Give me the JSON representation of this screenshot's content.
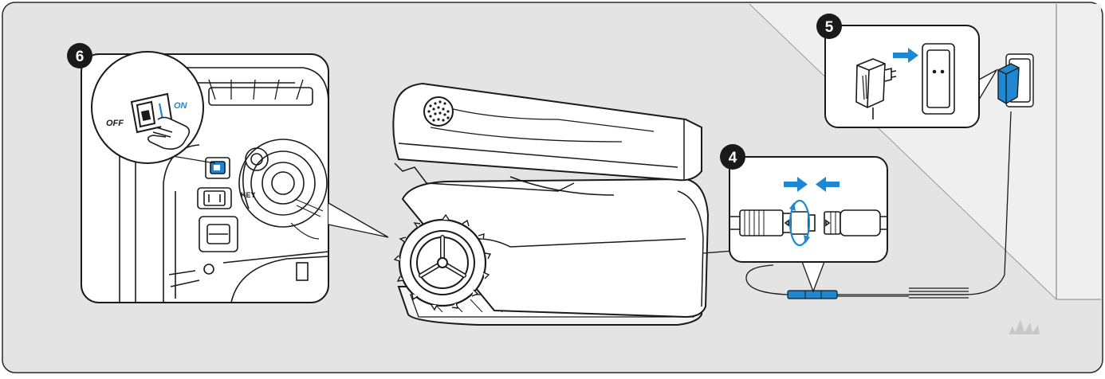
{
  "colors": {
    "background": "#e4e4e4",
    "wall": "#eeeeee",
    "outline": "#1a1a1a",
    "accent_blue": "#1e88d2",
    "badge": "#1a1a1a",
    "badge_text": "#ffffff"
  },
  "steps": [
    {
      "number": "6",
      "description_icon": "power-switch-closeup"
    },
    {
      "number": "5",
      "description_icon": "adapter-to-wall-outlet"
    },
    {
      "number": "4",
      "description_icon": "cable-connector-join"
    }
  ],
  "switch_panel": {
    "off_label": "OFF",
    "on_label": "ON",
    "key_label": "KEY"
  },
  "icons": {
    "logo": "grass-logo-icon",
    "hand": "hand-pressing-icon",
    "arrow_right": "arrow-right-icon",
    "arrow_left": "arrow-left-icon"
  }
}
